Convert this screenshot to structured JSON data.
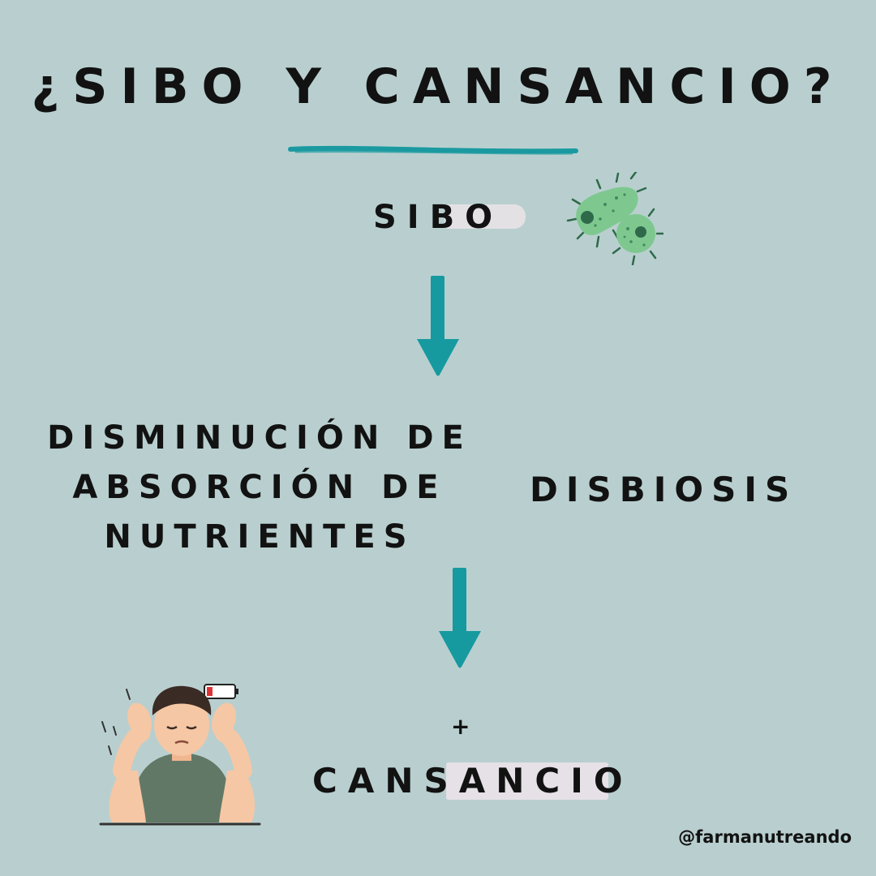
{
  "title": "¿SIBO Y CANSANCIO?",
  "nodes": {
    "sibo": "SIBO",
    "left_lines": [
      "DISMINUCIÓN DE",
      "ABSORCIÓN DE",
      "NUTRIENTES"
    ],
    "disbiosis": "DISBIOSIS",
    "plus": "+",
    "cansancio": "CANSANCIO"
  },
  "handle": "@farmanutreando",
  "colors": {
    "background": "#b9cfcf",
    "arrow": "#169aa0",
    "text": "#121212",
    "highlight": "#e6e1e6",
    "bacteria": "#7ec890"
  },
  "icons": [
    "bacteria-icon",
    "arrow-down-icon",
    "tired-person-illustration",
    "low-battery-icon"
  ]
}
